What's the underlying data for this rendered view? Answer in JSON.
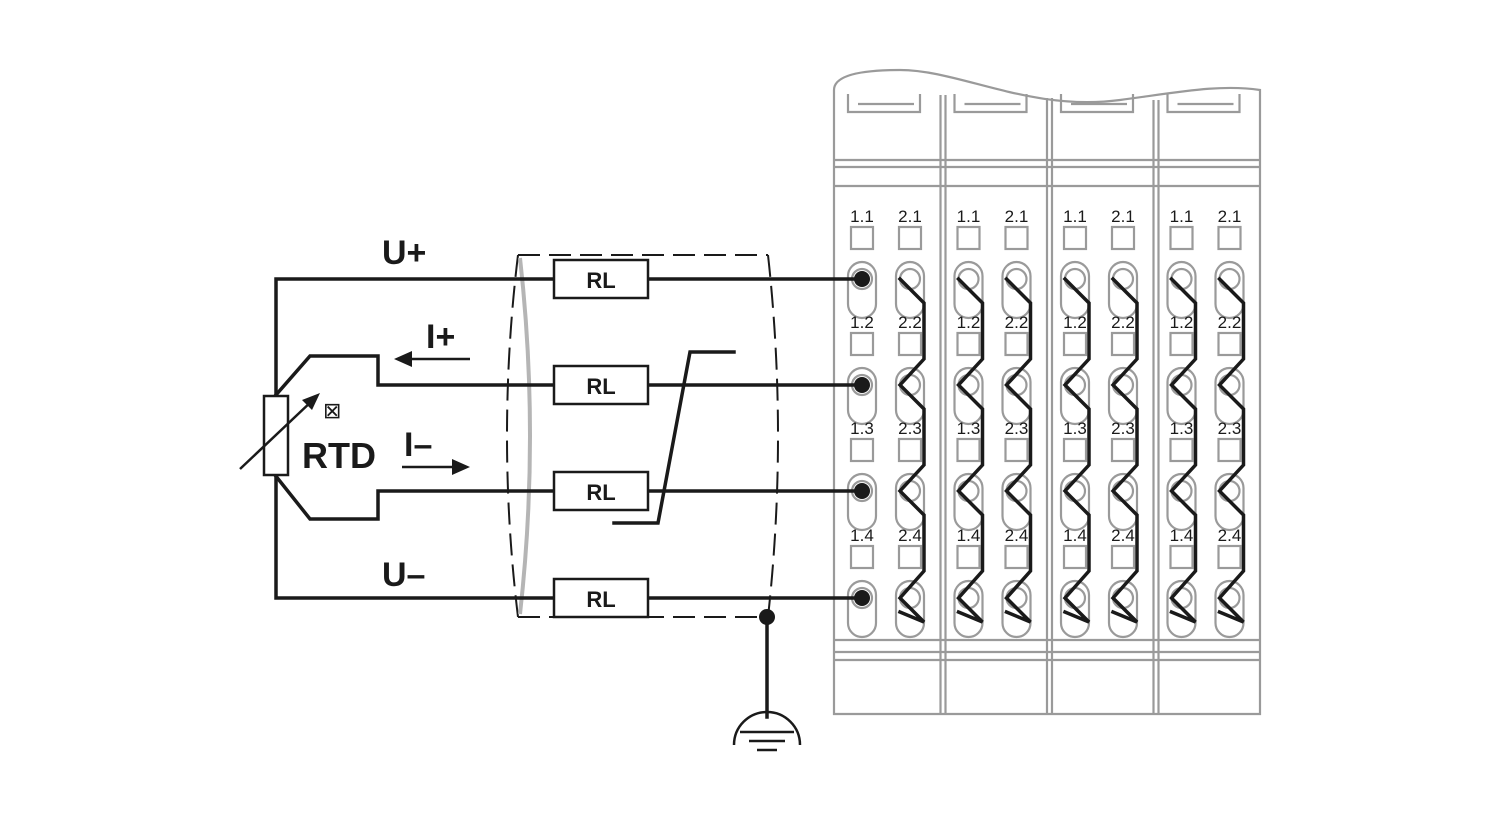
{
  "labels": {
    "u_plus": "U+",
    "i_plus": "I+",
    "i_minus": "I–",
    "u_minus": "U–",
    "rtd": "RTD",
    "sensor_symbol": "⊠",
    "rl": "RL"
  },
  "terminals": {
    "row1": [
      "1.1",
      "2.1"
    ],
    "row2": [
      "1.2",
      "2.2"
    ],
    "row3": [
      "1.3",
      "2.3"
    ],
    "row4": [
      "1.4",
      "2.4"
    ]
  },
  "module_count": 4,
  "colors": {
    "wire": "#1a1a1a",
    "housing": "#9a9a9a",
    "background": "#ffffff"
  }
}
